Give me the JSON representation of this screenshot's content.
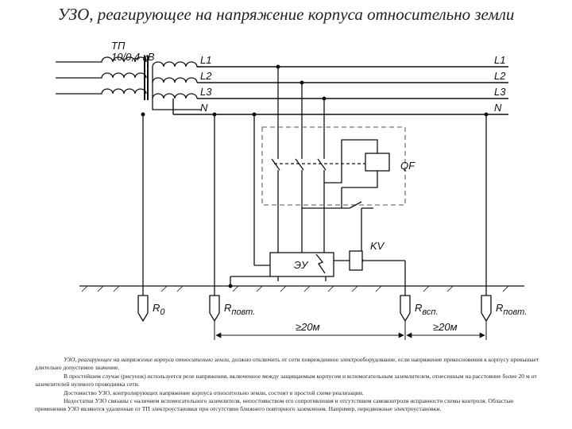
{
  "title": "УЗО, реагирующее на напряжение корпуса относительно земли",
  "diagram": {
    "transformer_label": "ТП",
    "transformer_rating": "10/0,4 кВ",
    "phases_left": [
      "L1",
      "L2",
      "L3",
      "N"
    ],
    "phases_right": [
      "L1",
      "L2",
      "L3",
      "N"
    ],
    "breaker_label": "QF",
    "relay_label": "KV",
    "device_label": "ЭУ",
    "ground_labels": {
      "r0": "R",
      "r0_sub": "0",
      "r_povt_left": "R",
      "r_povt_left_sub": "повт.",
      "r_vsp": "R",
      "r_vsp_sub": "всп.",
      "r_povt_right": "R",
      "r_povt_right_sub": "повт."
    },
    "distance_labels": [
      "≥20м",
      "≥20м"
    ]
  },
  "caption": {
    "p1_lead": "УЗО, реагирующее на напряжение корпуса относительно земли,",
    "p1_rest": " должно отключить от сети поврежденное электрооборудование, если напряжение прикосновения к корпусу превышает длительно допустимое значение.",
    "p2": "В простейшем случае (рисунок) используется реле напряжения, включенное между защищаемым корпусом и вспомогательным заземлителем, отнесенным на расстояние более 20 м от заземлителей нулевого проводника сети.",
    "p3": "Достоинство УЗО, контролирующих напряжение корпуса относительно земли, состоит в простой схеме реализации.",
    "p4": "Недостатки УЗО связаны с наличием вспомогательного заземлителя, непостоянством его сопротивления и отсутствием самоконтроля исправности схемы контроля. Областью применения УЗО являются удаленные от ТП электроустановки при отсутствии ближнего повторного заземления. Например, передвижные электроустановки."
  }
}
